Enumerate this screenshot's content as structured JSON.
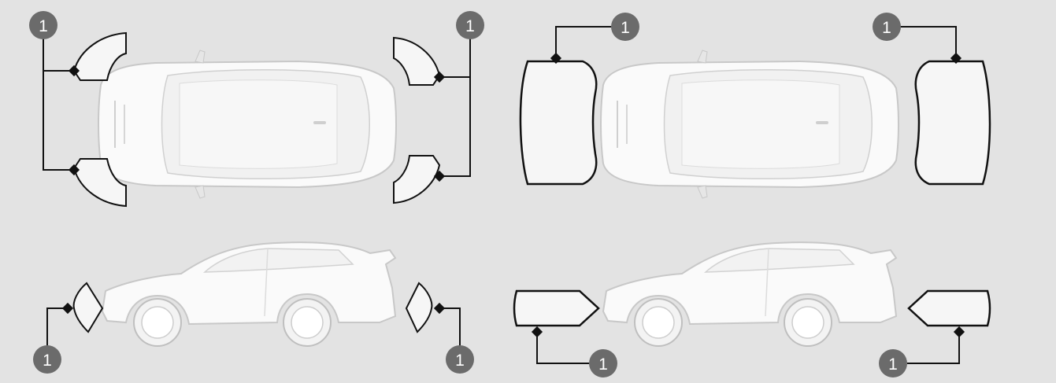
{
  "colors": {
    "background": "#e3e3e3",
    "callout_circle": "#6b6b6b",
    "callout_text": "#ffffff",
    "leader_line": "#111111",
    "zone_fill": "#f6f6f6",
    "zone_stroke": "#111111",
    "car_body": "#fafafa",
    "car_outline": "#c8c8c8"
  },
  "callouts": {
    "top_left_front_upper": "1",
    "top_left_rear_upper": "1",
    "top_right_front": "1",
    "top_right_rear": "1",
    "bottom_left_front": "1",
    "bottom_left_rear": "1",
    "bottom_right_front": "1",
    "bottom_right_rear": "1"
  }
}
